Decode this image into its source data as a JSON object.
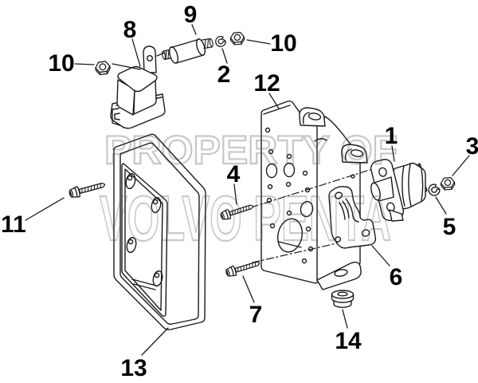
{
  "colors": {
    "background": "#ffffff",
    "line_art": "#1a1a1a",
    "callout_text": "#000000",
    "watermark": "#c8c8c8"
  },
  "watermark": {
    "line1": "PROPERTY OF",
    "line2": "VOLVO PENTA"
  },
  "callouts": {
    "c1": "1",
    "c2": "2",
    "c3": "3",
    "c4": "4",
    "c5": "5",
    "c6": "6",
    "c7": "7",
    "c8": "8",
    "c9": "9",
    "c10_left": "10",
    "c10_right": "10",
    "c11": "11",
    "c12": "12",
    "c13": "13",
    "c14": "14"
  }
}
